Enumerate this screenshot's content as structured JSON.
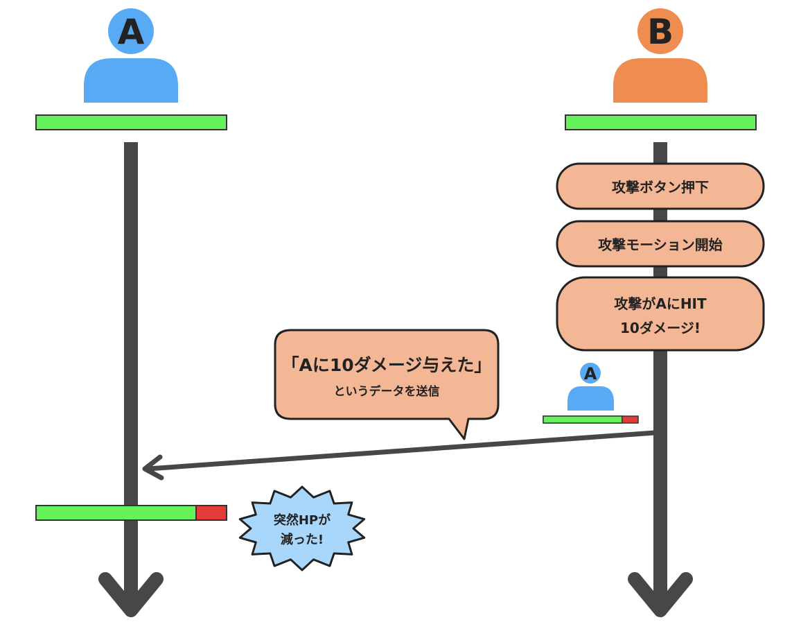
{
  "players": {
    "a": {
      "label": "A",
      "color": "#58aaf5",
      "hp_fraction": 1.0
    },
    "b": {
      "label": "B",
      "color": "#ef8c50",
      "hp_fraction": 1.0
    }
  },
  "steps": {
    "attack_button": "攻撃ボタン押下",
    "attack_motion": "攻撃モーション開始",
    "hit_line1": "攻撃がAにHIT",
    "hit_line2": "10ダメージ!"
  },
  "b_view_of_a": {
    "label": "A",
    "hp_fraction": 0.83
  },
  "message": {
    "line1": "「Aに10ダメージ与えた」",
    "line2": "というデータを送信"
  },
  "a_result": {
    "hp_fraction": 0.84,
    "line1": "突然HPが",
    "line2": "減った!"
  },
  "colors": {
    "hp_green": "#66f25a",
    "hp_red": "#e53b3b",
    "timeline": "#474747",
    "step_fill": "#f4b795",
    "burst_fill": "#a9d7fb"
  }
}
